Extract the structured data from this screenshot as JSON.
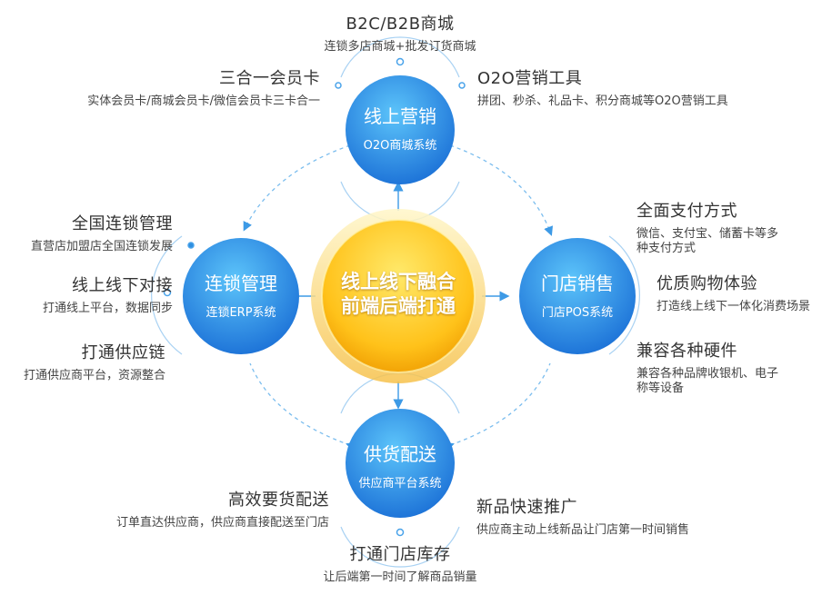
{
  "center": {
    "line1": "线上线下融合",
    "line2": "前端后端打通"
  },
  "nodes": {
    "top": {
      "title": "线上营销",
      "subtitle": "O2O商城系统"
    },
    "left": {
      "title": "连锁管理",
      "subtitle": "连锁ERP系统"
    },
    "right": {
      "title": "门店销售",
      "subtitle": "门店POS系统"
    },
    "bottom": {
      "title": "供货配送",
      "subtitle": "供应商平台系统"
    }
  },
  "features": {
    "b2c": {
      "title": "B2C/B2B商城",
      "desc": "连锁多店商城+批发订货商城"
    },
    "card": {
      "title": "三合一会员卡",
      "desc": "实体会员卡/商城会员卡/微信会员卡三卡合一"
    },
    "o2o": {
      "title": "O2O营销工具",
      "desc": "拼团、秒杀、礼品卡、积分商城等O2O营销工具"
    },
    "chain": {
      "title": "全国连锁管理",
      "desc": "直营店加盟店全国连锁发展"
    },
    "online": {
      "title": "线上线下对接",
      "desc": "打通线上平台，数据同步"
    },
    "supply": {
      "title": "打通供应链",
      "desc": "打通供应商平台，资源整合"
    },
    "pay": {
      "title": "全面支付方式",
      "desc1": "微信、支付宝、储蓄卡等多",
      "desc2": "种支付方式"
    },
    "exp": {
      "title": "优质购物体验",
      "desc": "打造线上线下一体化消费场景"
    },
    "hw": {
      "title": "兼容各种硬件",
      "desc1": "兼容各种品牌收银机、电子",
      "desc2": "称等设备"
    },
    "delivery": {
      "title": "高效要货配送",
      "desc": "订单直达供应商，供应商直接配送至门店"
    },
    "newprod": {
      "title": "新品快速推广",
      "desc": "供应商主动上线新品让门店第一时间销售"
    },
    "inventory": {
      "title": "打通门店库存",
      "desc": "让后端第一时间了解商品销量"
    }
  },
  "colors": {
    "blue_light": "#4fb8f5",
    "blue_dark": "#1a73d9",
    "gold_light": "#ffe25a",
    "gold_dark": "#f0a000",
    "line": "#69b3ea",
    "dot": "#2f8fe0"
  }
}
